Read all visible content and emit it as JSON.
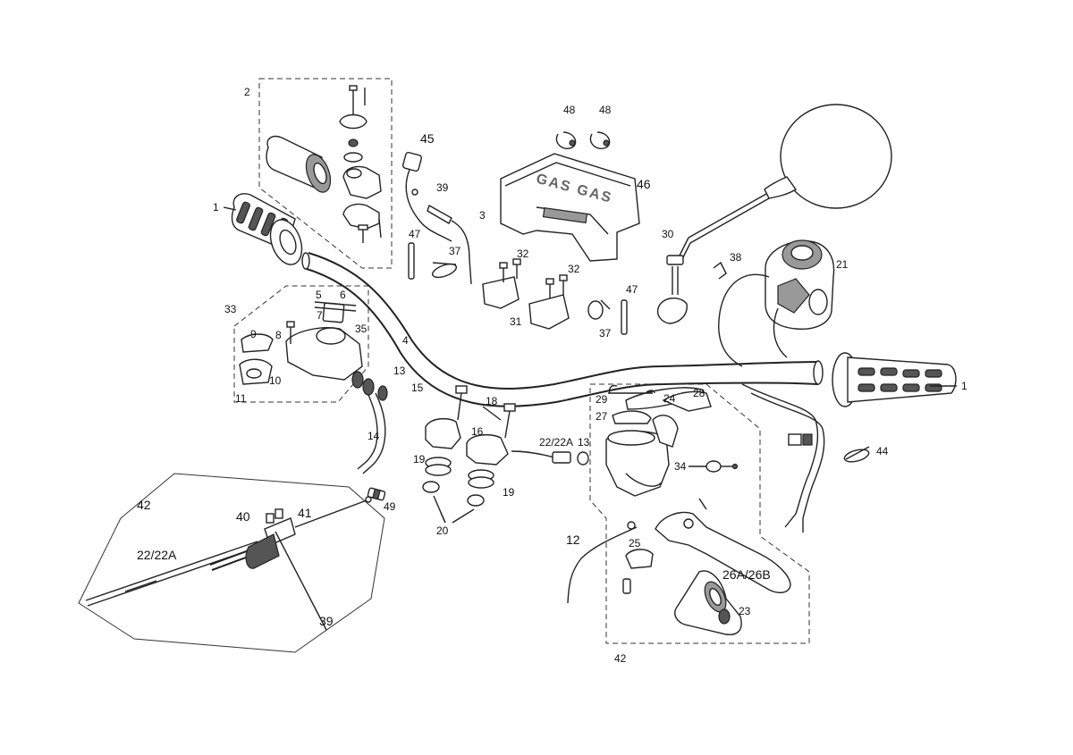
{
  "labels": {
    "l1a": "1",
    "l2": "2",
    "l3": "3",
    "l4": "4",
    "l5": "5",
    "l6": "6",
    "l7": "7",
    "l8": "8",
    "l9": "9",
    "l10": "10",
    "l11": "11",
    "l12": "12",
    "l13a": "13",
    "l13b": "13",
    "l14": "14",
    "l15": "15",
    "l16": "16",
    "l18": "18",
    "l19a": "19",
    "l19b": "19",
    "l20": "20",
    "l21": "21",
    "l22a": "22/22A",
    "l22b": "22/22A",
    "l23": "23",
    "l24": "24",
    "l25": "25",
    "l26": "26A/26B",
    "l27": "27",
    "l28": "28",
    "l29": "29",
    "l30": "30",
    "l31": "31",
    "l32a": "32",
    "l32b": "32",
    "l33": "33",
    "l34": "34",
    "l35": "35",
    "l37a": "37",
    "l37b": "37",
    "l38": "38",
    "l39a": "39",
    "l39b": "39",
    "l40": "40",
    "l41": "41",
    "l42a": "42",
    "l42b": "42",
    "l44": "44",
    "l45": "45",
    "l46": "46",
    "l47a": "47",
    "l47b": "47",
    "l48a": "48",
    "l48b": "48",
    "l49": "49",
    "l1b": "1"
  },
  "logo_text": "GAS GAS"
}
